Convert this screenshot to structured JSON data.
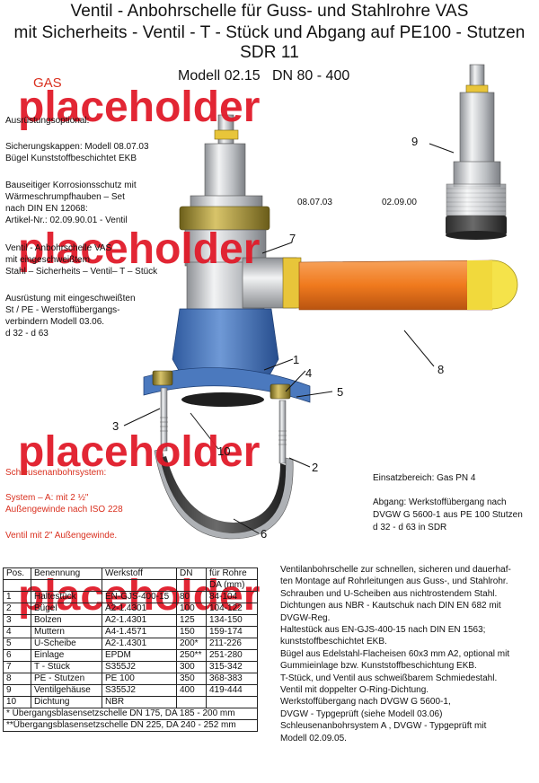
{
  "title": {
    "line1": "Ventil - Anbohrschelle für Guss- und Stahlrohre VAS",
    "line2": "mit Sicherheits - Ventil - T - Stück und Abgang auf PE100 - Stutzen SDR 11"
  },
  "gas_label": "GAS",
  "placeholder_text": "placeholder",
  "model_label": "Modell 02.15",
  "dn_label": "DN 80 - 400",
  "left_text": {
    "ausruestung": "Ausrüstungsoptional:",
    "sicherung1": "Sicherungskappen: Modell 08.07.03",
    "sicherung2": "Bügel Kunststoffbeschichtet EKB",
    "bau1": "Bauseitiger Korrosionsschutz mit",
    "bau2": "Wärmeschrumpfhauben – Set",
    "bau3": "nach DIN EN 12068:",
    "bau4": "Artikel-Nr.: 02.09.90.01 - Ventil",
    "vent1": "Ventil - Anbohrschelle VAS",
    "vent2": "mit eingeschweißtem",
    "vent3": "Stahl – Sicherheits – Ventil– T – Stück",
    "aus1": "Ausrüstung mit eingeschweißten",
    "aus2": "St / PE - Werstoffübergangs-",
    "aus3": "verbindern Modell 03.06.",
    "aus4": "d 32 - d 63",
    "schl": "Schleusenanbohrsystem:",
    "sysa1": "System – A: mit 2 ½\"",
    "sysa2": "Außengewinde nach ISO 228",
    "ventil2": "Ventil mit 2\"  Außengewinde."
  },
  "codes": {
    "c1": "08.07.03",
    "c2": "02.09.00"
  },
  "callouts": {
    "n1": "1",
    "n2": "2",
    "n3": "3",
    "n4": "4",
    "n5": "5",
    "n6": "6",
    "n7": "7",
    "n8": "8",
    "n9": "9",
    "n10": "10"
  },
  "right_text": {
    "einsatz": "Einsatzbereich: Gas  PN 4",
    "abgang1": "Abgang: Werkstoffübergang nach",
    "abgang2": "DVGW G 5600-1 aus PE 100 Stutzen",
    "abgang3": "d 32 - d 63 in SDR"
  },
  "table": {
    "headers": [
      "Pos.",
      "Benennung",
      "Werkstoff",
      "DN",
      "für Rohre"
    ],
    "subheader": "DA (mm)",
    "rows": [
      [
        "1",
        "Haltestück",
        "EN-GJS-400-15",
        "80",
        "84-104"
      ],
      [
        "2",
        "Bügel",
        "A2-1.4301",
        "100",
        "104-122"
      ],
      [
        "3",
        "Bolzen",
        "A2-1.4301",
        "125",
        "134-150"
      ],
      [
        "4",
        "Muttern",
        "A4-1.4571",
        "150",
        "159-174"
      ],
      [
        "5",
        "U-Scheibe",
        "A2-1.4301",
        "200*",
        "211-226"
      ],
      [
        "6",
        "Einlage",
        "EPDM",
        "250**",
        "251-280"
      ],
      [
        "7",
        "T - Stück",
        "S355J2",
        "300",
        "315-342"
      ],
      [
        "8",
        "PE - Stutzen",
        "PE 100",
        "350",
        "368-383"
      ],
      [
        "9",
        "Ventilgehäuse",
        "S355J2",
        "400",
        "419-444"
      ],
      [
        "10",
        "Dichtung",
        "NBR",
        "",
        ""
      ]
    ],
    "foot1": "*  Übergangsblasensetzschelle DN 175,  DA 185 - 200 mm",
    "foot2": "**Übergangsblasensetzschelle DN 225,  DA 240 - 252 mm"
  },
  "description": [
    "Ventilanbohrschelle  zur schnellen, sicheren und dauerhaf-",
    "ten Montage auf Rohrleitungen aus Guss-, und Stahlrohr.",
    "Schrauben und U-Scheiben aus nichtrostendem Stahl.",
    "Dichtungen aus  NBR - Kautschuk  nach DIN EN 682 mit",
    "DVGW-Reg.",
    "Haltestück aus  EN-GJS-400-15 nach DIN EN  1563;",
    "kunststoffbeschichtet EKB.",
    "Bügel aus Edelstahl-Flacheisen 60x3 mm A2, optional mit",
    "Gummieinlage bzw. Kunststoffbeschichtung EKB.",
    "T-Stück, und Ventil aus schweißbarem Schmiedestahl.",
    "Ventil mit doppelter O-Ring-Dichtung.",
    "Werkstoffübergang nach DVGW G 5600-1,",
    "DVGW - Typgeprüft (siehe Modell 03.06)",
    "Schleusenanbohrsystem A ,  DVGW - Typgeprüft mit",
    "Modell 02.09.05."
  ]
}
